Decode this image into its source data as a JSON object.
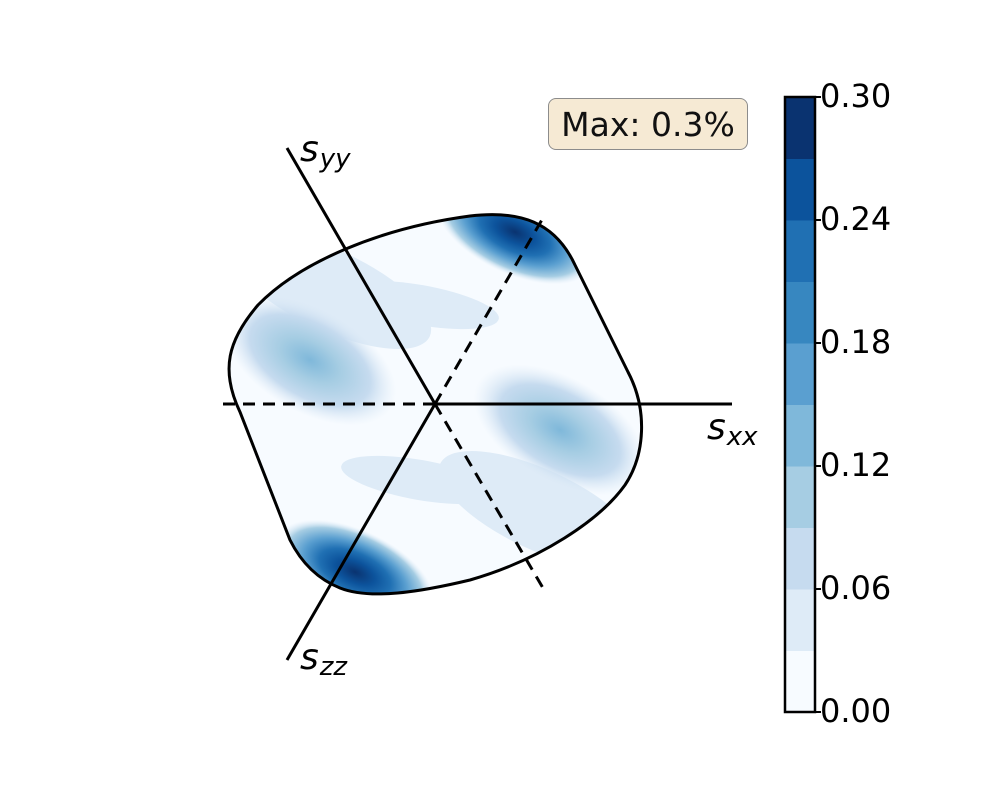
{
  "chart_data": {
    "type": "heatmap",
    "description_visible": "yield surface contour map on pi-plane",
    "annotation": "Max: 0.3%",
    "axes": {
      "sxx": {
        "main": "s",
        "sub": "xx"
      },
      "syy": {
        "main": "s",
        "sub": "yy"
      },
      "szz": {
        "main": "s",
        "sub": "zz"
      }
    },
    "colorbar": {
      "range": [
        0,
        0.3
      ],
      "ticks": [
        "0.00",
        "0.06",
        "0.12",
        "0.18",
        "0.24",
        "0.30"
      ],
      "levels": [
        0,
        0.03,
        0.06,
        0.09,
        0.12,
        0.15,
        0.18,
        0.21,
        0.24,
        0.27,
        0.3
      ],
      "colors": [
        "#f7fbff",
        "#deebf7",
        "#c6dbef",
        "#a6cde3",
        "#7fb8da",
        "#5a9fd0",
        "#3787c0",
        "#2070b3",
        "#0c539c",
        "#0a3370"
      ]
    },
    "grid": false
  }
}
